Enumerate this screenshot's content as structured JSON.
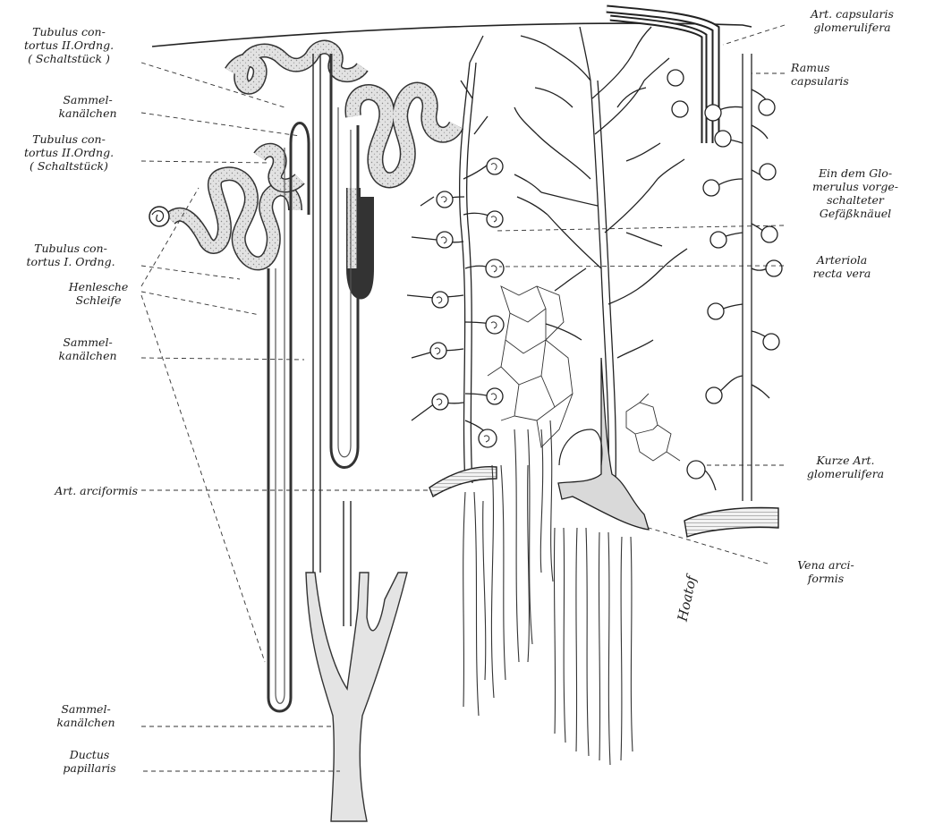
{
  "labels_left": {
    "tubulus_ii_a": "Tubulus con-\ntortus II.Ordng.\n( Schaltstück )",
    "sammelkanalchen_a": "Sammel-\nkanälchen",
    "tubulus_ii_b": "Tubulus con-\ntortus II.Ordng.\n( Schaltstück)",
    "tubulus_i": "Tubulus con-\ntortus I. Ordng.",
    "henlesche": "Henlesche\nSchleife",
    "sammelkanalchen_b": "Sammel-\nkanälchen",
    "art_arciformis": "Art. arciformis",
    "sammelkanalchen_c": "Sammel-\nkanälchen",
    "ductus": "Ductus\npapillaris"
  },
  "labels_right": {
    "art_capsularis": "Art. capsularis\nglomerulifera",
    "ramus": "Ramus\ncapsularis",
    "gefassknauel": "Ein dem Glo-\nmerulus vorge-\nschalteter\nGefäßknäuel",
    "arteriola": "Arteriola\nrecta vera",
    "kurze_art": "Kurze Art.\nglomerulifera",
    "vena": "Vena arci-\nformis"
  },
  "signature": "Hoatof",
  "colors": {
    "ink": "#2a2a2a",
    "tubule_fill": "#dedede",
    "collecting_fill": "#e6e6e6",
    "background": "#ffffff"
  }
}
